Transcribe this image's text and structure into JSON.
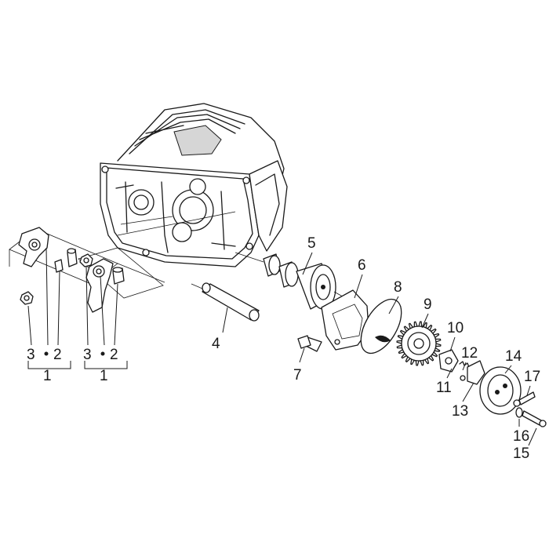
{
  "callouts": {
    "c1a": "1",
    "c2a": "2",
    "c3a": "3",
    "c1b": "1",
    "c2b": "2",
    "c3b": "3",
    "c4": "4",
    "c5": "5",
    "c6": "6",
    "c7": "7",
    "c8": "8",
    "c9": "9",
    "c10": "10",
    "c11": "11",
    "c12": "12",
    "c13": "13",
    "c14": "14",
    "c15": "15",
    "c16": "16",
    "c17": "17"
  }
}
